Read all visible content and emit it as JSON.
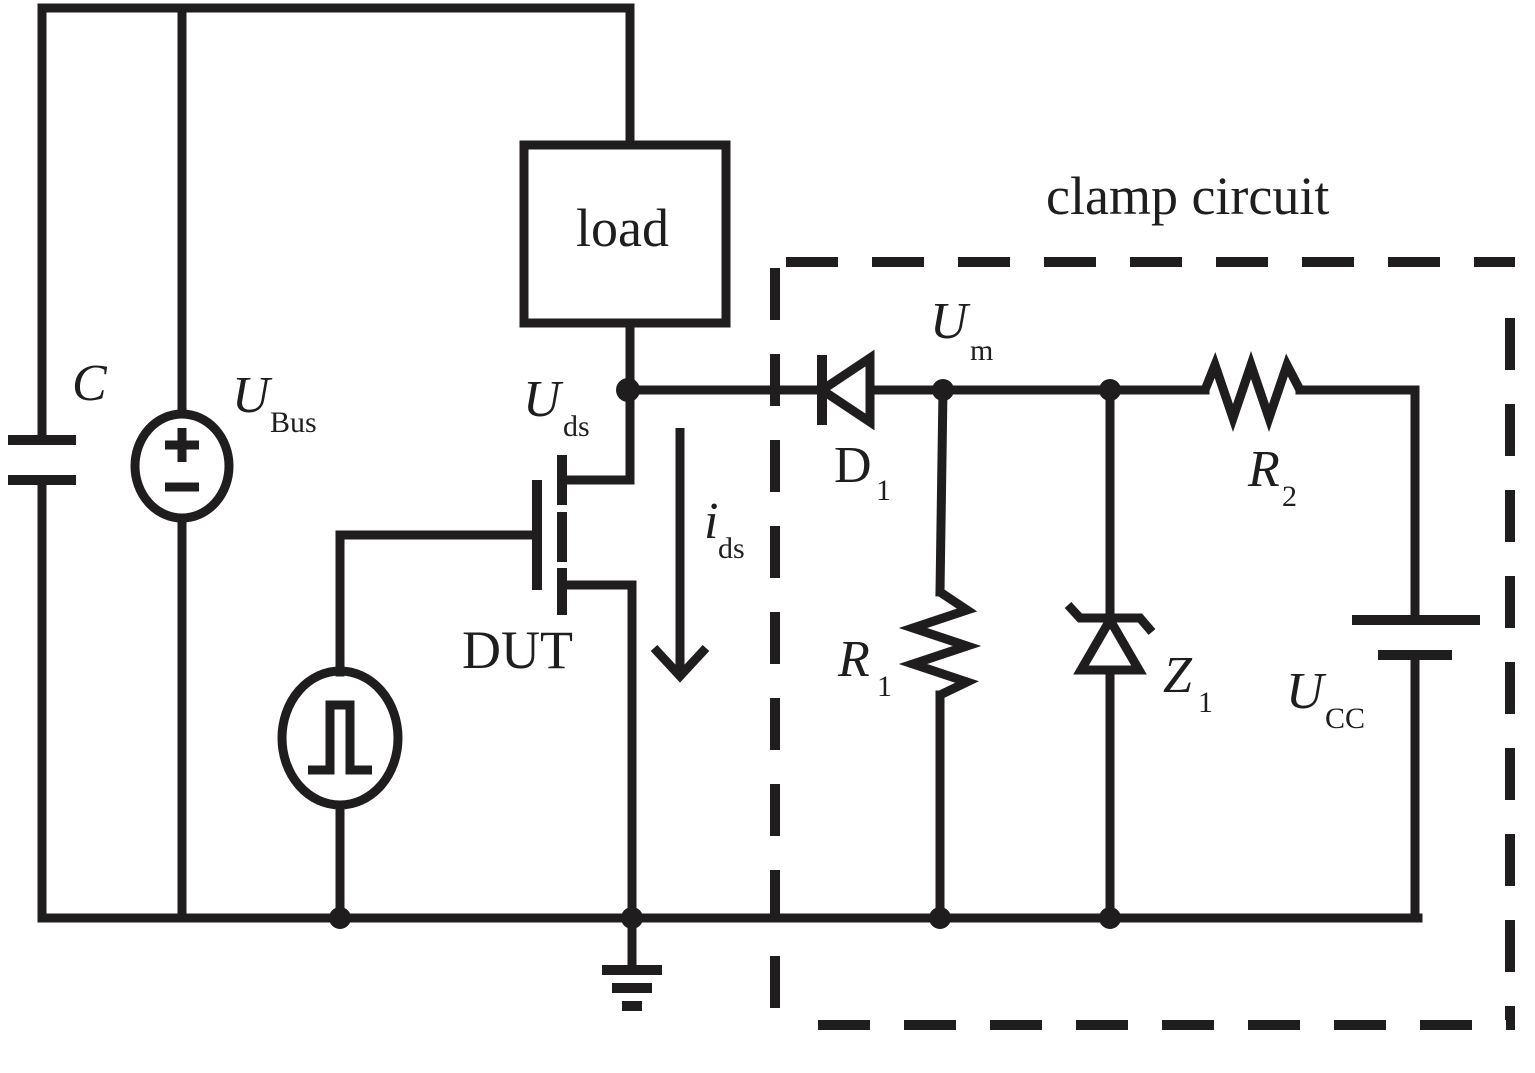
{
  "diagram": {
    "colors": {
      "ink": "#1f1d1e",
      "background": "#ffffff"
    },
    "region": {
      "title": "clamp circuit"
    },
    "labels": {
      "capacitor": "C",
      "bus_source": {
        "main": "U",
        "sub": "Bus"
      },
      "load": "load",
      "uds": {
        "main": "U",
        "sub": "ds"
      },
      "ids": {
        "main": "i",
        "sub": "ds"
      },
      "dut": "DUT",
      "diode": {
        "main": "D",
        "sub": "1"
      },
      "um": {
        "main": "U",
        "sub": "m"
      },
      "r1": {
        "main": "R",
        "sub": "1"
      },
      "z1": {
        "main": "Z",
        "sub": "1"
      },
      "r2": {
        "main": "R",
        "sub": "2"
      },
      "ucc": {
        "main": "U",
        "sub": "CC"
      }
    },
    "source_signs": {
      "plus": "+",
      "minus": "−"
    }
  }
}
